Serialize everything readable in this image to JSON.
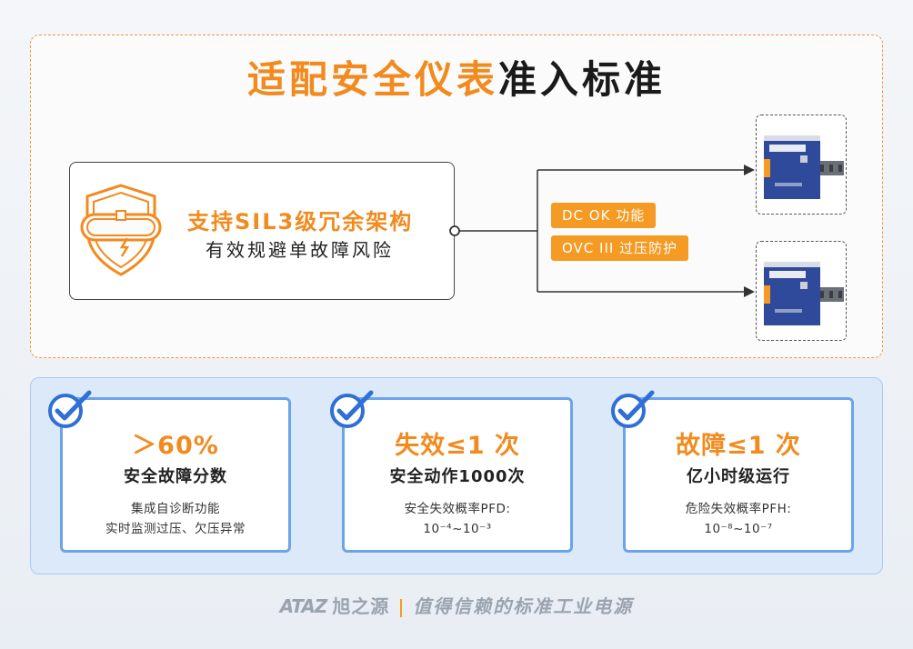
{
  "title": {
    "highlight": "适配安全仪表",
    "rest": "准入标准"
  },
  "feature": {
    "icon": "shield-redundancy-icon",
    "title": "支持SIL3级冗余架构",
    "subtitle": "有效规避单故障风险"
  },
  "tags": [
    "DC OK 功能",
    "OVC III 过压防护"
  ],
  "devices": [
    {
      "icon": "din-rail-power-supply-icon"
    },
    {
      "icon": "din-rail-power-supply-icon"
    }
  ],
  "cards": [
    {
      "value": "＞60%",
      "label": "安全故障分数",
      "desc_line1": "集成自诊断功能",
      "desc_line2": "实时监测过压、欠压异常"
    },
    {
      "value": "失效≤1 次",
      "label": "安全动作1000次",
      "desc_line1": "安全失效概率PFD:",
      "desc_line2": "10⁻⁴~10⁻³"
    },
    {
      "value": "故障≤1 次",
      "label": "亿小时级运行",
      "desc_line1": "危险失效概率PFH:",
      "desc_line2": "10⁻⁸~10⁻⁷"
    }
  ],
  "footer": {
    "logo": "ATAZ",
    "logo_cn": "旭之源",
    "slogan": "值得信赖的标准工业电源"
  },
  "colors": {
    "accent": "#f28a1e",
    "tag": "#f59a23",
    "card_border": "#6ba4ea",
    "panel_bg": "#dbe9f8"
  }
}
